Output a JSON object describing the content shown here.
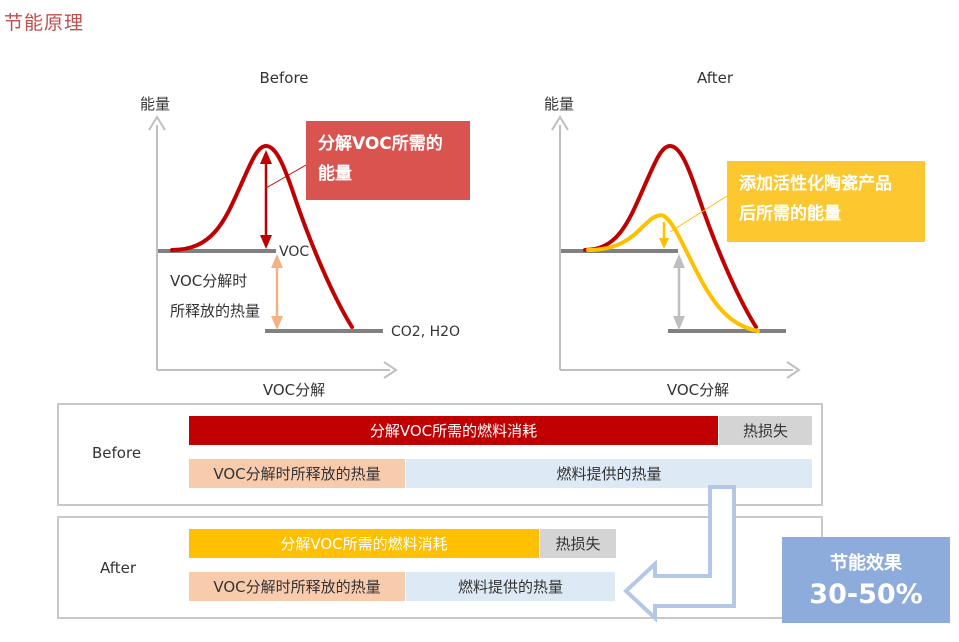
{
  "title": "节能原理",
  "before_chart": {
    "heading": "Before",
    "y_axis": "能量",
    "x_axis": "VOC分解",
    "voc_label": "VOC",
    "product_label": "CO2, H2O",
    "release_label": [
      "VOC分解时",
      "所释放的热量"
    ],
    "callout": [
      "分解VOC所需的",
      "能量"
    ]
  },
  "after_chart": {
    "heading": "After",
    "y_axis": "能量",
    "x_axis": "VOC分解",
    "callout": [
      "添加活性化陶瓷产品",
      "后所需的能量"
    ]
  },
  "before_row": {
    "label": "Before",
    "fuel_consumption": "分解VOC所需的燃料消耗",
    "heat_loss": "热损失",
    "voc_heat": "VOC分解时所释放的热量",
    "fuel_heat": "燃料提供的热量"
  },
  "after_row": {
    "label": "After",
    "fuel_consumption": "分解VOC所需的燃料消耗",
    "heat_loss": "热损失",
    "voc_heat": "VOC分解时所释放的热量",
    "fuel_heat": "燃料提供的热量"
  },
  "result": {
    "label": "节能效果",
    "value": "30-50%"
  },
  "colors": {
    "red": "#c00000",
    "yellow": "#ffc000",
    "peach": "#f8cbad",
    "light_blue": "#dde9f5",
    "gray": "#d4d4d4",
    "result_blue": "#8eacdb"
  }
}
